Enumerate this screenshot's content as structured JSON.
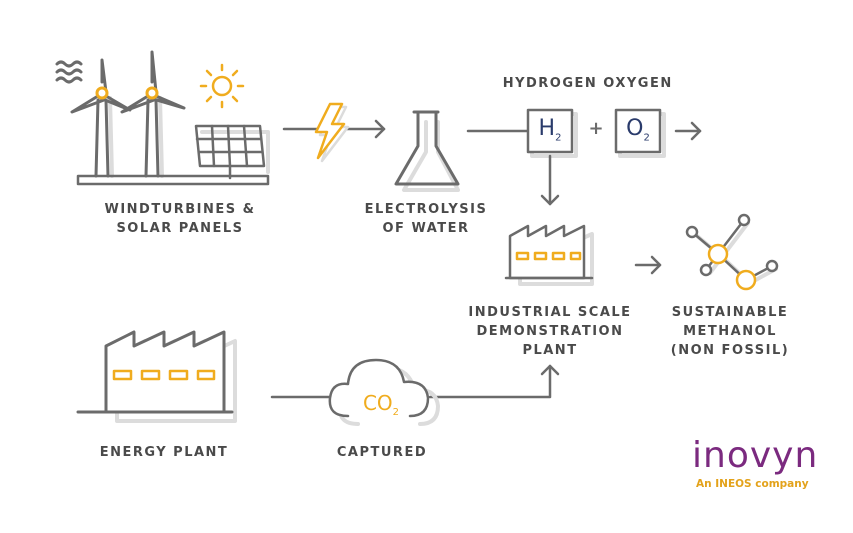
{
  "nodes": {
    "renewables": {
      "lines": [
        "WINDTURBINES &",
        "SOLAR PANELS"
      ]
    },
    "electrolysis": {
      "lines": [
        "ELECTROLYSIS",
        "OF WATER"
      ]
    },
    "hydrogen": {
      "label": "HYDROGEN",
      "symbol": "H",
      "subscript": "2"
    },
    "oxygen": {
      "label": "OXYGEN",
      "symbol": "O",
      "subscript": "2"
    },
    "plus": "+",
    "demo_plant": {
      "lines": [
        "INDUSTRIAL SCALE",
        "DEMONSTRATION",
        "PLANT"
      ]
    },
    "methanol": {
      "lines": [
        "SUSTAINABLE",
        "METHANOL",
        "(NON FOSSIL)"
      ]
    },
    "energy_plant": {
      "lines": [
        "ENERGY PLANT"
      ]
    },
    "co2": {
      "label": "CAPTURED",
      "symbol": "CO",
      "subscript": "2"
    }
  },
  "brand": {
    "name": "inovyn",
    "tagline": "An INEOS company"
  },
  "colors": {
    "line": "#6b6b6b",
    "shadow": "#dcdcdc",
    "accent": "#f0ac1e",
    "formula": "#2a3b6b",
    "brand_purple": "#7b2a7f",
    "brand_orange": "#e3a21a"
  }
}
